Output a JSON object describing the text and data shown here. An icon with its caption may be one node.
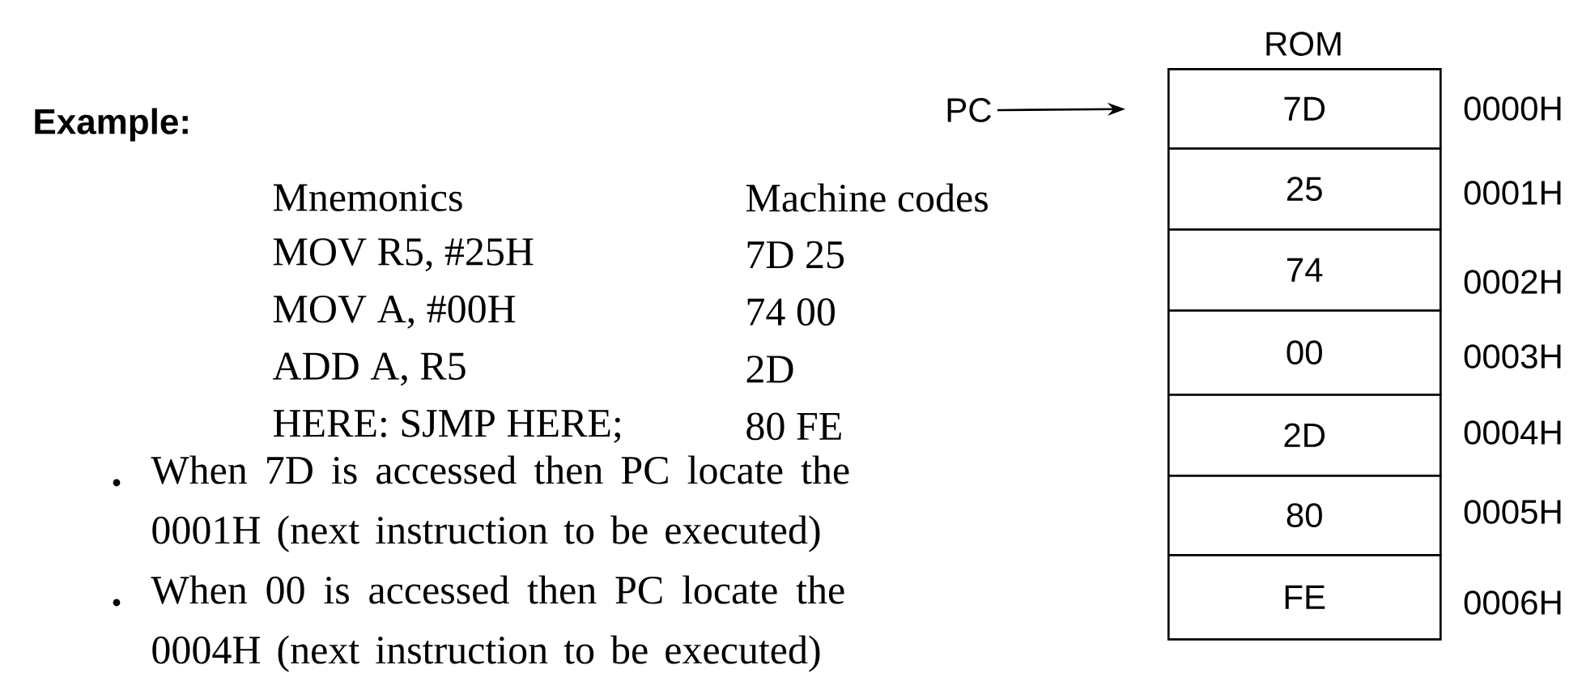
{
  "diagram": {
    "nodes": [
      {
        "text": [
          "ROM"
        ]
      },
      {
        "text": [
          "7D"
        ],
        "in": 0,
        "beside": [
          "0000H"
        ]
      },
      {
        "text": [
          "25"
        ],
        "in": 0,
        "beside": [
          "0001H"
        ]
      },
      {
        "text": [
          "74"
        ],
        "in": 0,
        "beside": [
          "0002H"
        ]
      },
      {
        "text": [
          "00"
        ],
        "in": 0,
        "beside": [
          "0003H"
        ]
      },
      {
        "text": [
          "2D"
        ],
        "in": 0,
        "beside": [
          "0004H"
        ]
      },
      {
        "text": [
          "80"
        ],
        "in": 0,
        "beside": [
          "0005H"
        ]
      },
      {
        "text": [
          "FE"
        ],
        "in": 0,
        "beside": [
          "0006H"
        ]
      },
      {
        "text": [
          "PC"
        ]
      }
    ],
    "edges": [
      {
        "from": 8,
        "to": 1,
        "arrow": "to"
      }
    ],
    "labels": [
      "Example:",
      "Mnemonics",
      "Machine codes",
      "MOV R5, #25H",
      "7D 25",
      "MOV A, #00H",
      "74 00",
      "ADD A, R5",
      "2D",
      "HERE: SJMP HERE;",
      "80 FE",
      "When 7D is accessed then PC locate the 0001H (next instruction to be executed)",
      "When 00 is accessed then PC locate the 0004H (next instruction to be executed)"
    ]
  }
}
